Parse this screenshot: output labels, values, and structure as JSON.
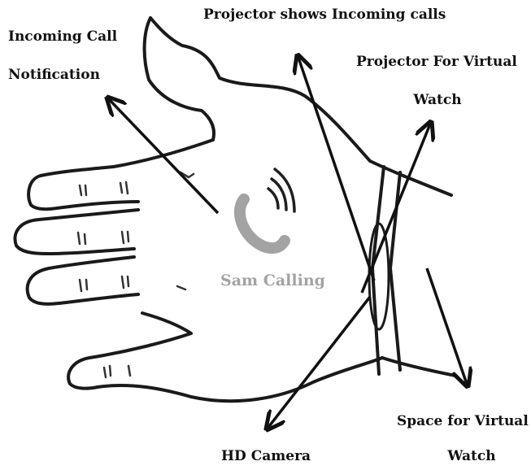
{
  "labels": {
    "incoming_call_line1": "Incoming Call",
    "incoming_call_line2": "Notification",
    "projector_calls": "Projector shows Incoming calls",
    "projector_watch_line1": "Projector For Virtual",
    "projector_watch_line2": "Watch",
    "space_watch_line1": "Space for Virtual",
    "space_watch_line2": "Watch",
    "hd_camera": "HD Camera"
  },
  "projection": {
    "caller_text": "Sam Calling",
    "icon": "phone-ringing-icon",
    "color": "#a3a3a3"
  },
  "colors": {
    "outline": "#1a1a1a",
    "arrow": "#111111",
    "phone": "#a3a3a3"
  }
}
